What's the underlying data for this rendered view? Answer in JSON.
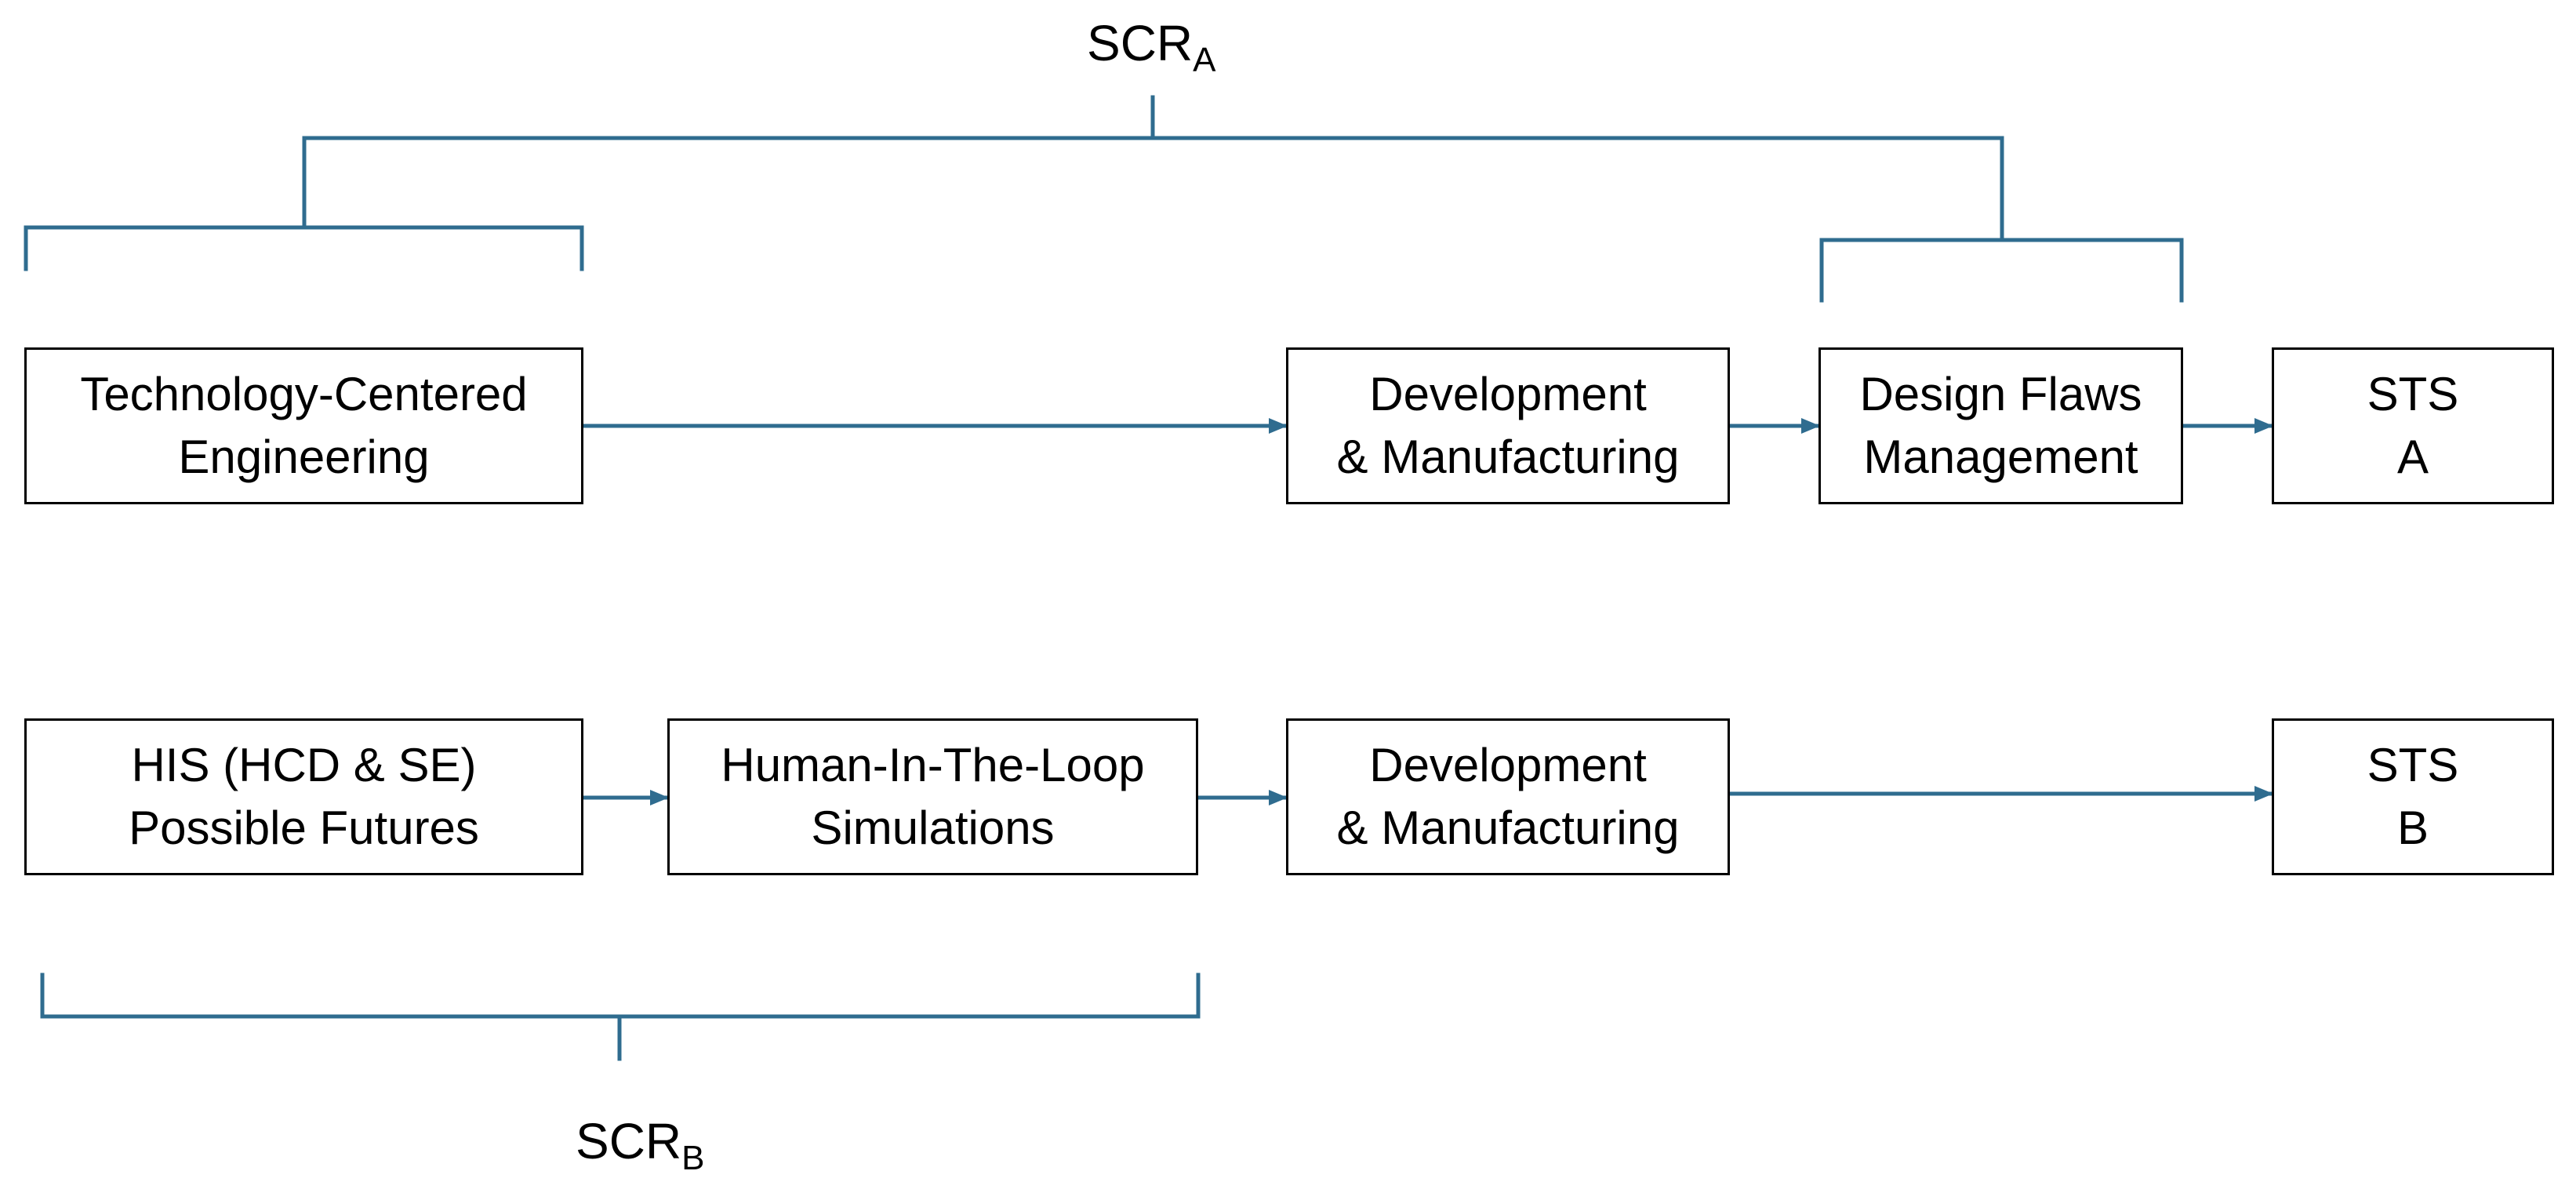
{
  "colors": {
    "connector": "#2F6C8F",
    "box_border": "#000000",
    "text": "#000000",
    "background": "#FFFFFF"
  },
  "labels": {
    "scr_a": {
      "main": "SCR",
      "sub": "A"
    },
    "scr_b": {
      "main": "SCR",
      "sub": "B"
    }
  },
  "top_row": {
    "tce": {
      "line1": "Technology-Centered",
      "line2": "Engineering"
    },
    "dev": {
      "line1": "Development",
      "line2": "& Manufacturing"
    },
    "dfm": {
      "line1": "Design Flaws",
      "line2": "Management"
    },
    "sts": {
      "line1": "STS",
      "line2": "A"
    }
  },
  "bottom_row": {
    "his": {
      "line1": "HIS (HCD & SE)",
      "line2": "Possible Futures"
    },
    "hitl": {
      "line1": "Human-In-The-Loop",
      "line2": "Simulations"
    },
    "dev": {
      "line1": "Development",
      "line2": "& Manufacturing"
    },
    "sts": {
      "line1": "STS",
      "line2": "B"
    }
  }
}
